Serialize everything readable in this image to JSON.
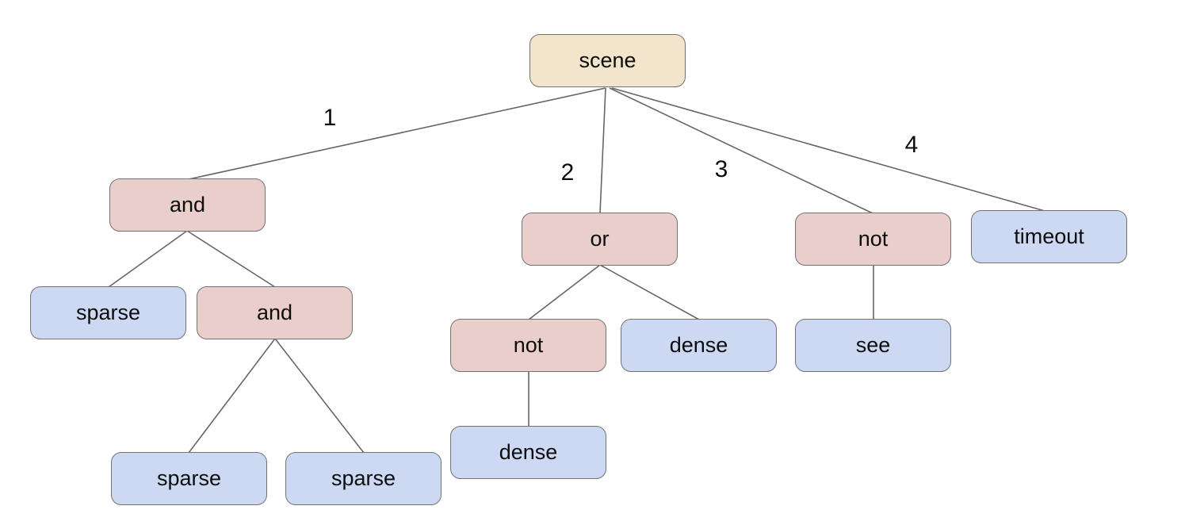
{
  "colors": {
    "root_fill": "#f3e5cb",
    "operator_fill": "#e9cecb",
    "leaf_fill": "#cdd9f2",
    "node_border": "#737373",
    "edge_stroke": "#666666",
    "text": "#0d0d0d",
    "background": "#ffffff"
  },
  "nodes": [
    {
      "id": "scene",
      "label": "scene",
      "type": "root"
    },
    {
      "id": "and1",
      "label": "and",
      "type": "operator"
    },
    {
      "id": "or1",
      "label": "or",
      "type": "operator"
    },
    {
      "id": "not1",
      "label": "not",
      "type": "operator"
    },
    {
      "id": "timeout",
      "label": "timeout",
      "type": "leaf"
    },
    {
      "id": "sparse1",
      "label": "sparse",
      "type": "leaf"
    },
    {
      "id": "and2",
      "label": "and",
      "type": "operator"
    },
    {
      "id": "not2",
      "label": "not",
      "type": "operator"
    },
    {
      "id": "dense1",
      "label": "dense",
      "type": "leaf"
    },
    {
      "id": "see",
      "label": "see",
      "type": "leaf"
    },
    {
      "id": "sparse2",
      "label": "sparse",
      "type": "leaf"
    },
    {
      "id": "sparse3",
      "label": "sparse",
      "type": "leaf"
    },
    {
      "id": "dense2",
      "label": "dense",
      "type": "leaf"
    }
  ],
  "edges": [
    {
      "from": "scene",
      "to": "and1",
      "label": "1"
    },
    {
      "from": "scene",
      "to": "or1",
      "label": "2"
    },
    {
      "from": "scene",
      "to": "not1",
      "label": "3"
    },
    {
      "from": "scene",
      "to": "timeout",
      "label": "4"
    },
    {
      "from": "and1",
      "to": "sparse1",
      "label": ""
    },
    {
      "from": "and1",
      "to": "and2",
      "label": ""
    },
    {
      "from": "and2",
      "to": "sparse2",
      "label": ""
    },
    {
      "from": "and2",
      "to": "sparse3",
      "label": ""
    },
    {
      "from": "or1",
      "to": "not2",
      "label": ""
    },
    {
      "from": "or1",
      "to": "dense1",
      "label": ""
    },
    {
      "from": "not2",
      "to": "dense2",
      "label": ""
    },
    {
      "from": "not1",
      "to": "see",
      "label": ""
    }
  ],
  "edge_labels": [
    {
      "text": "1"
    },
    {
      "text": "2"
    },
    {
      "text": "3"
    },
    {
      "text": "4"
    }
  ]
}
